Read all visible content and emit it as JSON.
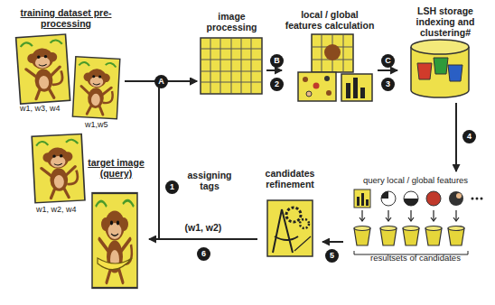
{
  "diagram": {
    "nodes": [
      {
        "text": [
          "training dataset pre-processing"
        ]
      },
      {
        "text": [
          "target image (query)"
        ]
      },
      {
        "text": [
          "image processing"
        ]
      },
      {
        "text": [
          "local / global features calculation"
        ]
      },
      {
        "text": [
          "LSH storage indexing and clustering#"
        ]
      },
      {
        "text": [
          "query local / global features",
          "resultsets of candidates"
        ]
      },
      {
        "text": [
          "candidates refinement"
        ]
      }
    ],
    "edges": [
      {
        "from": 0,
        "to": 2,
        "arrow": "to"
      },
      {
        "from": 1,
        "to": 2,
        "arrow": "to"
      },
      {
        "from": 2,
        "to": 3,
        "arrow": "to"
      },
      {
        "from": 3,
        "to": 4,
        "arrow": "to"
      },
      {
        "from": 4,
        "to": 5,
        "arrow": "to"
      },
      {
        "from": 5,
        "to": 6,
        "arrow": "to"
      },
      {
        "from": 6,
        "to": 1,
        "label": "(w1, w2)",
        "arrow": "to"
      }
    ],
    "labels": [
      "w1, w3, w4",
      "w1,w5",
      "w1, w2, w4",
      "assigning tags",
      "A",
      "B",
      "C",
      "1",
      "2",
      "3",
      "4",
      "5",
      "6"
    ]
  }
}
